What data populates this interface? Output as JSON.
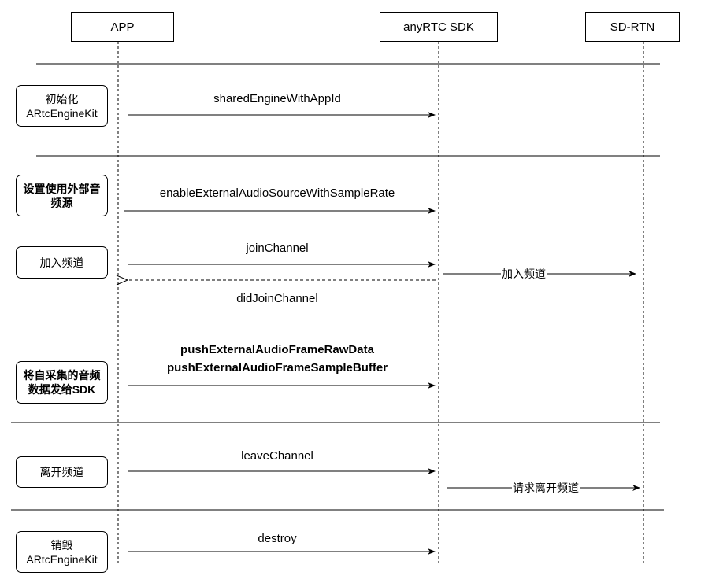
{
  "participants": {
    "app": "APP",
    "sdk": "anyRTC SDK",
    "rtn": "SD-RTN"
  },
  "steps": [
    {
      "lines": [
        "初始化",
        "ARtcEngineKit"
      ]
    },
    {
      "lines": [
        "设置使用外部音",
        "频源"
      ]
    },
    {
      "lines": [
        "加入频道"
      ]
    },
    {
      "lines": [
        "将自采集的音频",
        "数据发给SDK"
      ]
    },
    {
      "lines": [
        "离开频道"
      ]
    },
    {
      "lines": [
        "销毁",
        "ARtcEngineKit"
      ]
    }
  ],
  "messages": {
    "init": "sharedEngineWithAppId",
    "external_source": "enableExternalAudioSourceWithSampleRate",
    "join": "joinChannel",
    "did_join": "didJoinChannel",
    "push_raw": "pushExternalAudioFrameRawData",
    "push_buffer": "pushExternalAudioFrameSampleBuffer",
    "leave": "leaveChannel",
    "destroy": "destroy",
    "sdk_join": "加入频道",
    "sdk_leave": "请求离开频道"
  }
}
